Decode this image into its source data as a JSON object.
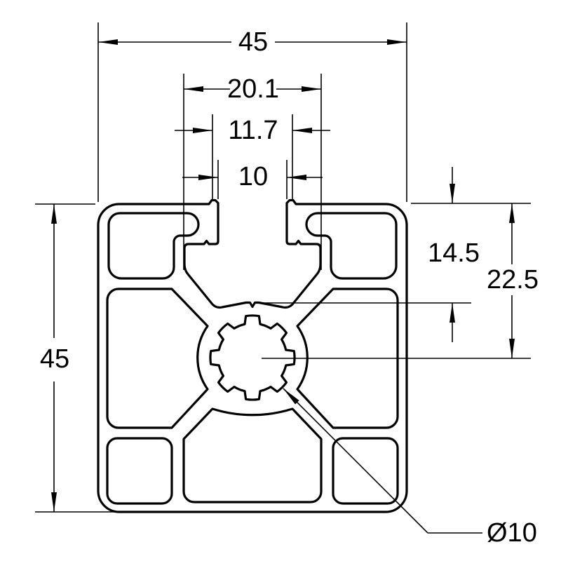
{
  "dimensions": {
    "overall_width": "45",
    "overall_height": "45",
    "t_slot_inner_width": "20.1",
    "t_slot_lip_width": "11.7",
    "t_slot_opening_width": "10",
    "t_slot_depth": "14.5",
    "center_axis_depth": "22.5",
    "center_bore_diameter": "Ø10"
  },
  "colors": {
    "line": "#000000",
    "background": "#ffffff"
  }
}
